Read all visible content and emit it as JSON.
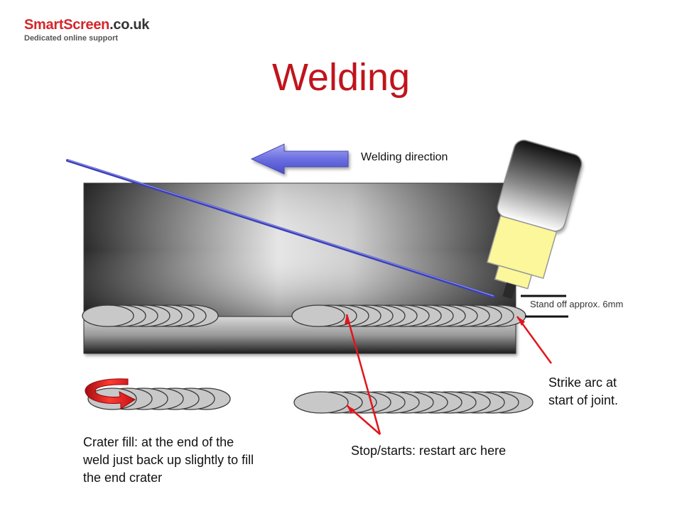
{
  "logo": {
    "brand": "SmartScreen",
    "tld": ".co.uk",
    "tagline": "Dedicated online support"
  },
  "title": "Welding",
  "labels": {
    "welding_direction": "Welding direction",
    "stand_off": "Stand off approx. 6mm",
    "strike_arc_line1": "Strike arc at",
    "strike_arc_line2": "start of joint.",
    "stop_starts": "Stop/starts: restart arc here",
    "crater_fill_line1": "Crater fill: at the end of the",
    "crater_fill_line2": "weld just back up slightly to fill",
    "crater_fill_line3": "the end crater"
  },
  "colors": {
    "title": "#c0141c",
    "brand_red": "#d4262b",
    "arrow_blue": "#6b6fe0",
    "electrode": "#3a3fb5",
    "pointer_red": "#e3141b",
    "nozzle_yellow": "#fbf79a",
    "bead_gray": "#c8c8c8"
  }
}
